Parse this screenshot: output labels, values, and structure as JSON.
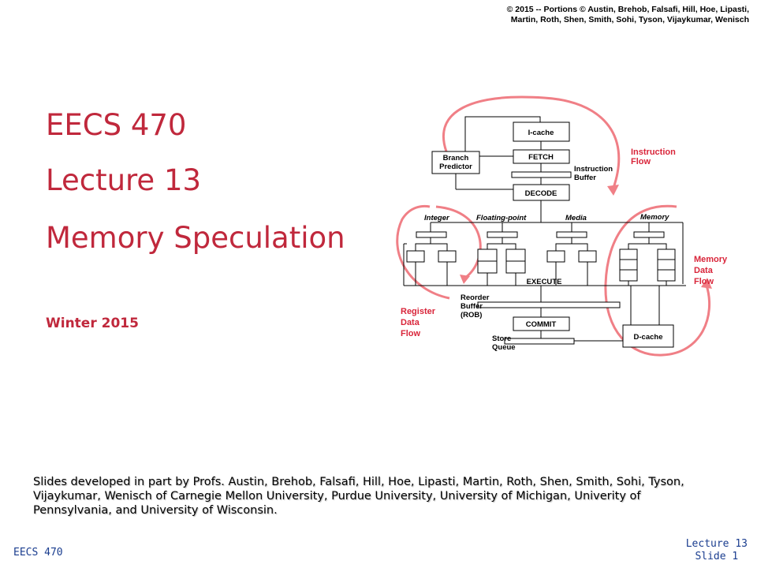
{
  "copyright": [
    "© 2015 -- Portions © Austin, Brehob, Falsafi, Hill, Hoe, Lipasti,",
    "Martin, Roth, Shen, Smith, Sohi, Tyson, Vijaykumar, Wenisch"
  ],
  "title": {
    "course": "EECS 470",
    "lecture": "Lecture 13",
    "topic": "Memory Speculation"
  },
  "subtitle": "Winter 2015",
  "credits": "Slides developed in part by Profs. Austin, Brehob, Falsafi, Hill, Hoe, Lipasti, Martin, Roth, Shen, Smith, Sohi, Tyson, Vijaykumar, Wenisch of Carnegie Mellon University, Purdue University, University of Michigan, Univerity of Pennsylvania, and University of Wisconsin.",
  "footer": {
    "left": "EECS 470",
    "lecture": "Lecture 13",
    "slide": "Slide 1"
  },
  "diagram": {
    "boxes": {
      "icache": "I-cache",
      "fetch": "FETCH",
      "branch1": "Branch",
      "branch2": "Predictor",
      "decode": "DECODE",
      "execute": "EXECUTE",
      "commit": "COMMIT",
      "dcache": "D-cache"
    },
    "labels": {
      "ib1": "Instruction",
      "ib2": "Buffer",
      "integer": "Integer",
      "fp": "Floating-point",
      "media": "Media",
      "memory": "Memory",
      "rob1": "Reorder",
      "rob2": "Buffer",
      "rob3": "(ROB)",
      "sq1": "Store",
      "sq2": "Queue"
    },
    "flows": {
      "if1": "Instruction",
      "if2": "Flow",
      "mf1": "Memory",
      "mf2": "Data",
      "mf3": "Flow",
      "rf1": "Register",
      "rf2": "Data",
      "rf3": "Flow"
    },
    "colors": {
      "title": "#c0283c",
      "flow_label": "#d9253a",
      "flow_arc": "#f07f86",
      "footer": "#1a3d8f"
    }
  }
}
